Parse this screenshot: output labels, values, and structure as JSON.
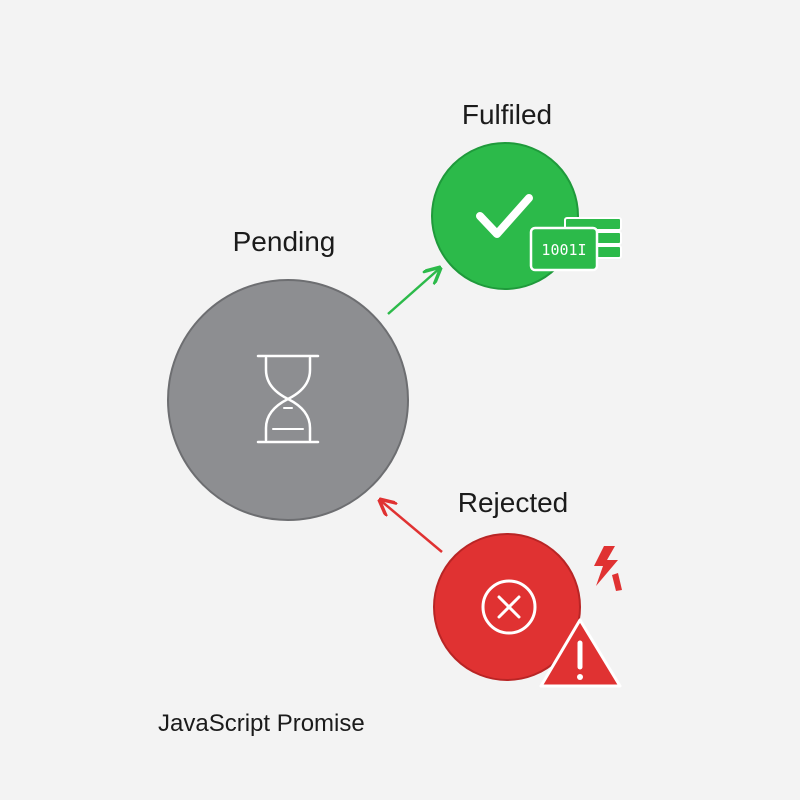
{
  "states": {
    "pending": {
      "label": "Pending",
      "color": "#8d8e91",
      "icon": "hourglass-icon"
    },
    "fulfilled": {
      "label": "Fulfiled",
      "color": "#2cba4a",
      "icon": "checkmark-icon",
      "badge_text": "1001I"
    },
    "rejected": {
      "label": "Rejected",
      "color": "#e03232",
      "icon": "x-circle-icon"
    }
  },
  "transitions": [
    {
      "from": "pending",
      "to": "fulfilled",
      "color": "#2cba4a"
    },
    {
      "from": "rejected",
      "to": "pending",
      "color": "#e03232"
    }
  ],
  "caption": "JavaScript Promise"
}
